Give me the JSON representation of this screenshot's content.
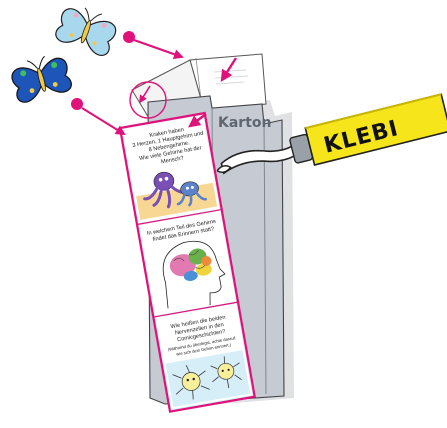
{
  "labels": {
    "karton": "Karton",
    "glue": "KLEBI"
  },
  "strip": {
    "question1": [
      "Kraken haben",
      "3 Herzen, 1 Hauptgehirn und",
      "8 Nebengehirne.",
      "Wie viele Gehirne hat der",
      "Mensch?"
    ],
    "question2": [
      "In welchem Teil des Gehirns",
      "findet das Erinnern statt?"
    ],
    "question3": [
      "Wie heißen die beiden",
      "Nervenzellen in den",
      "Comicgeschichten?"
    ],
    "hint": [
      "(Während du überlegst, achte darauf,",
      "wie sich dein Gehirn erinnert.)"
    ]
  },
  "colors": {
    "magenta": "#e0117a",
    "card_gray": "#c5cad3",
    "glue_yellow": "#f5e51a",
    "butterfly_light": "#a8d8ee",
    "butterfly_dark": "#1e55b8",
    "strip_top": "#d8eef6",
    "strip_bottom": "#cfe9f3"
  },
  "icons": [
    "butterfly-light-icon",
    "butterfly-dark-icon",
    "octopus-icon",
    "brain-head-icon",
    "neuron-cells-icon",
    "glue-stick-icon"
  ]
}
